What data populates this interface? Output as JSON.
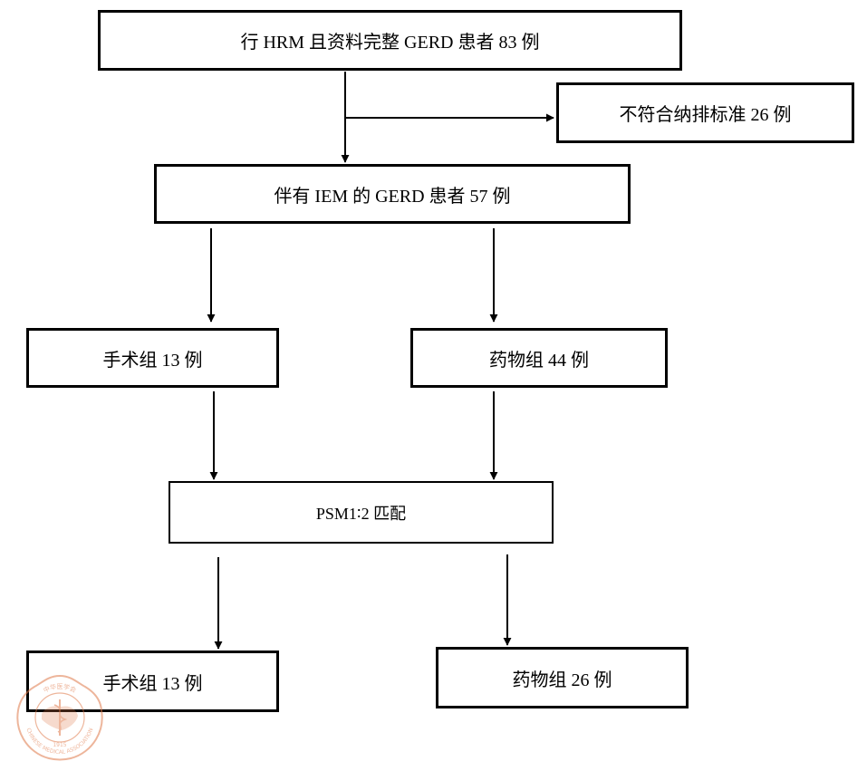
{
  "nodes": {
    "total": "行 HRM 且资料完整 GERD 患者 83 例",
    "excluded": "不符合纳排标准 26 例",
    "iem": "伴有 IEM 的 GERD 患者 57 例",
    "surgery_before": "手术组 13 例",
    "drug_before": "药物组 44 例",
    "psm": "PSM1∶2 匹配",
    "surgery_after": "手术组 13 例",
    "drug_after": "药物组 26 例"
  },
  "seal": {
    "top_text": "中华医学会",
    "bottom_text": "CHINESE MEDICAL ASSOCIATION",
    "year": "1915",
    "color": "#e07a4a"
  }
}
